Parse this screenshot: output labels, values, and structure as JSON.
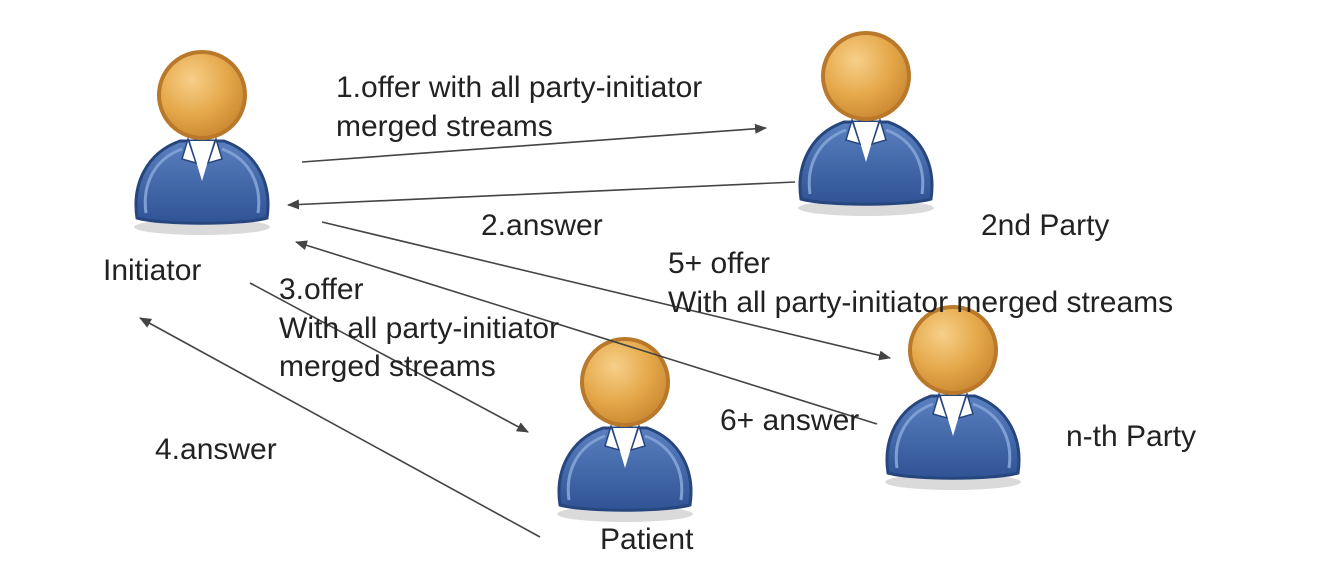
{
  "actors": {
    "initiator": "Initiator",
    "second_party": "2nd Party",
    "patient": "Patient",
    "nth_party": "n-th Party"
  },
  "messages": {
    "m1_line1": "1.offer with all party-initiator",
    "m1_line2": "merged streams",
    "m2": "2.answer",
    "m3_line1": "3.offer",
    "m3_line2": "With all party-initiator",
    "m3_line3": "merged streams",
    "m4": "4.answer",
    "m5_line1": "5+ offer",
    "m5_line2": "With all party-initiator merged streams",
    "m6": "6+ answer"
  },
  "colors": {
    "head_fill": "#e5a84a",
    "head_stroke": "#b9782a",
    "body_fill": "#3f64a5",
    "body_stroke": "#27467e",
    "arrow": "#444444"
  }
}
